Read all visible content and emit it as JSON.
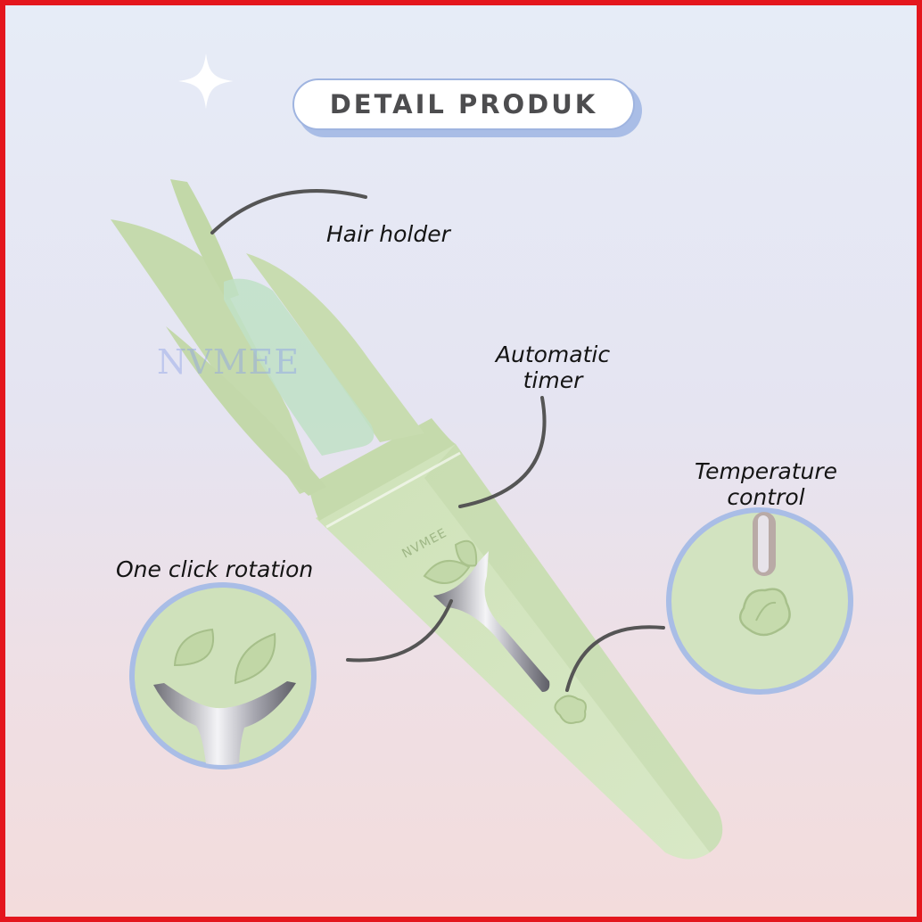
{
  "header": {
    "title": "DETAIL PRODUK"
  },
  "brand": {
    "watermark": "NVMEE",
    "engraving": "NVMEE"
  },
  "features": {
    "hair_holder": "Hair holder",
    "automatic_timer_line1": "Automatic",
    "automatic_timer_line2": "timer",
    "temperature_control_line1": "Temperature",
    "temperature_control_line2": "control",
    "one_click_rotation": "One click rotation"
  },
  "colors": {
    "frame_border": "#e4161d",
    "title_pill_shadow": "#a9bde6",
    "device_green": "#c8ddb0",
    "zoom_ring": "#a9bde6",
    "chrome": "#c9c9cf"
  },
  "icons": [
    "sparkle-icon",
    "leaf-icon",
    "leaf-button-icon"
  ]
}
